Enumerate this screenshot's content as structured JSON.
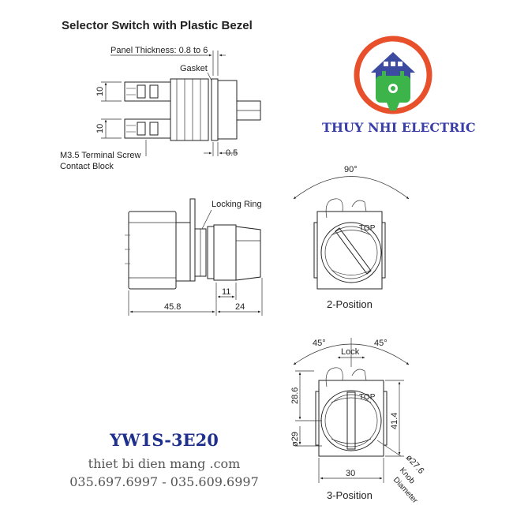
{
  "title": "Selector Switch with Plastic Bezel",
  "labels": {
    "panel_thickness": "Panel Thickness: 0.8 to 6",
    "gasket": "Gasket",
    "terminal_screw": "M3.5 Terminal Screw",
    "contact_block": "Contact Block",
    "locking_ring": "Locking Ring",
    "lock": "Lock",
    "knob": "Knob",
    "diameter": "Diameter"
  },
  "dimensions": {
    "top_upper": "10",
    "top_lower": "10",
    "gap": "0.5",
    "depth": "45.8",
    "bezel_11": "11",
    "bezel_24": "24",
    "angle_90": "90°",
    "angle_45_left": "45°",
    "angle_45_right": "45°",
    "height_28_6": "28.6",
    "height_41_4": "41.4",
    "dia_29": "ø29",
    "knob_dia": "ø27.6",
    "width_30": "30"
  },
  "views": {
    "two_position": "2-Position",
    "three_position": "3-Position"
  },
  "brand": {
    "name": "THUY NHI ELECTRIC",
    "colors": {
      "ring": "#e8502b",
      "house": "#3c4aa0",
      "plug": "#3db44a"
    }
  },
  "product": {
    "model": "YW1S-3E20",
    "website": "thiet bi dien mang .com",
    "phones": "035.697.6997 - 035.609.6997"
  }
}
